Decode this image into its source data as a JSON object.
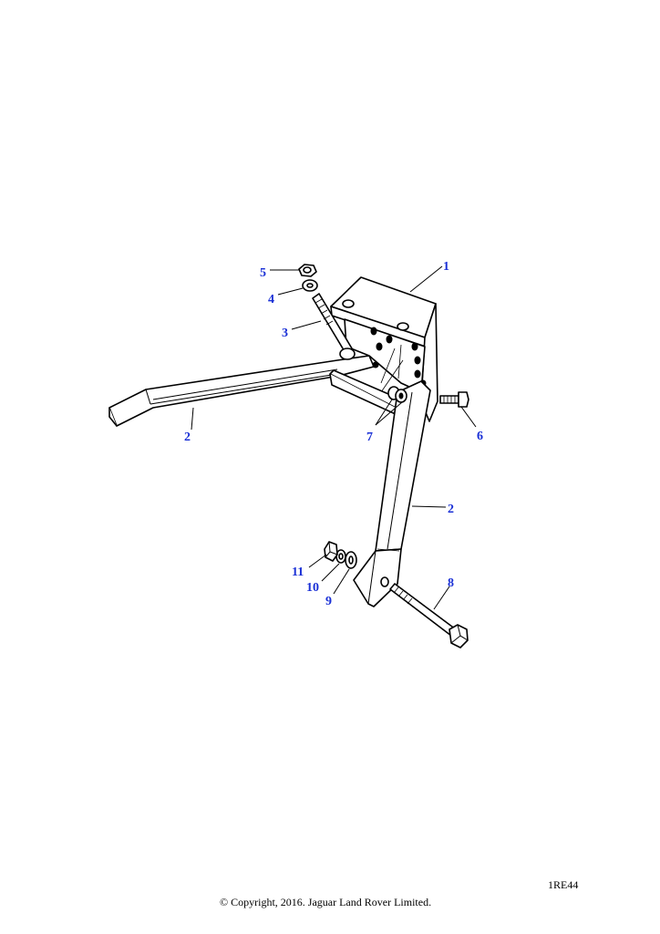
{
  "callouts": {
    "c1": "1",
    "c2a": "2",
    "c2b": "2",
    "c3": "3",
    "c4": "4",
    "c5": "5",
    "c6": "6",
    "c7": "7",
    "c8": "8",
    "c9": "9",
    "c10": "10",
    "c11": "11"
  },
  "reference_code": "1RE44",
  "copyright": "© Copyright, 2016. Jaguar Land Rover Limited.",
  "colors": {
    "callout": "#1a30d6",
    "line": "#000000",
    "background": "#ffffff"
  }
}
